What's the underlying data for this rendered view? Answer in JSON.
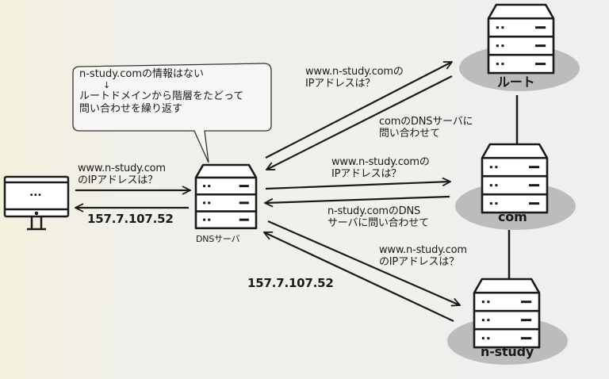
{
  "callout": {
    "line1": "n-study.comの情報はない",
    "arrow": "↓",
    "line2": "ルートドメインから階層をたどって",
    "line3": "問い合わせを繰り返す"
  },
  "client": {
    "icon": "monitor-icon",
    "screen_text": "...",
    "request_line1": "www.n-study.com",
    "request_line2": "のIPアドレスは？",
    "response": "157.7.107.52"
  },
  "dns_server": {
    "icon": "server-icon",
    "label": "DNSサーバ"
  },
  "root": {
    "label": "ルート",
    "request_line1": "www.n-study.comの",
    "request_line2": "IPアドレスは？",
    "response_line1": "comのDNSサーバに",
    "response_line2": "問い合わせて"
  },
  "com": {
    "label": "com",
    "request_line1": "www.n-study.comの",
    "request_line2": "IPアドレスは？",
    "response_line1": "n-study.comのDNS",
    "response_line2": "サーバに問い合わせて"
  },
  "nstudy": {
    "label": "n-study",
    "request_line1": "www.n-study.com",
    "request_line2": "のIPアドレスは？",
    "response": "157.7.107.52"
  },
  "colors": {
    "line": "#1a1a1a",
    "cloud": "#bdbcbb",
    "background": "#efefee"
  }
}
